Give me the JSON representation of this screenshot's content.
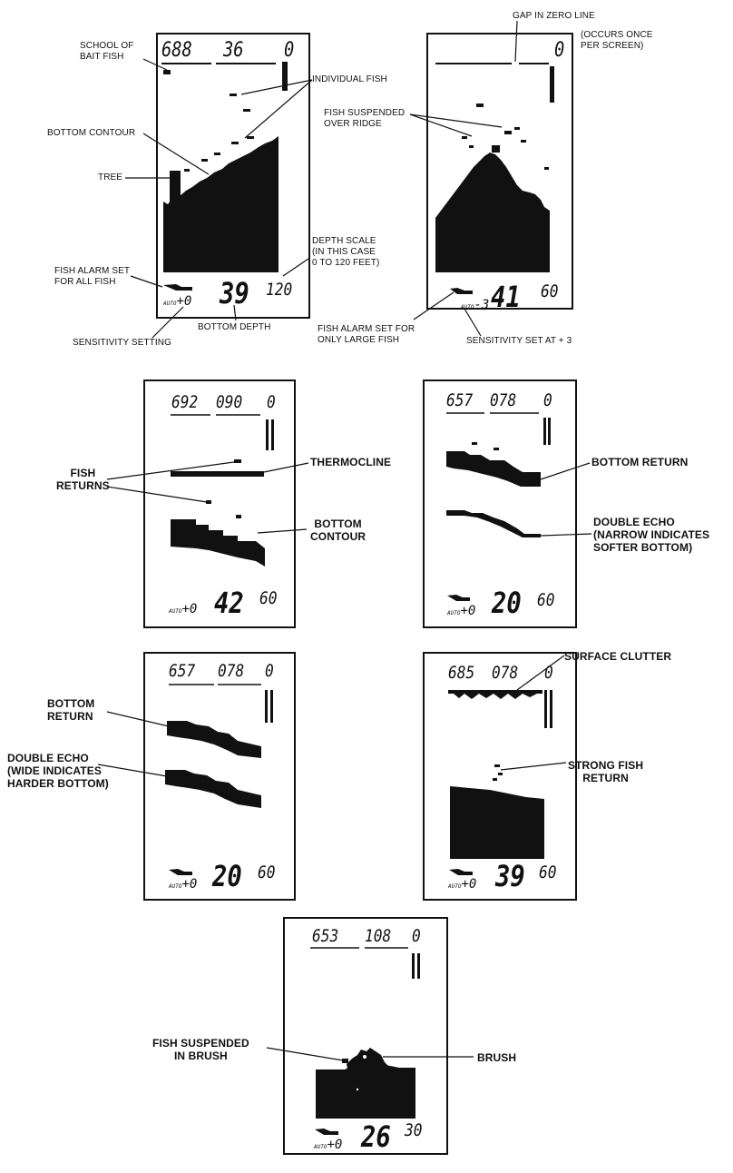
{
  "panels": [
    {
      "top_left": "688",
      "top_mid": "36",
      "top_right": "0",
      "auto_prefix": "AUTO",
      "sensitivity": "+0",
      "depth": "39",
      "scale": "120",
      "labels": {
        "school": "SCHOOL OF\nBAIT FISH",
        "individual": "INDIVIDUAL FISH",
        "bottom_contour": "BOTTOM CONTOUR",
        "tree": "TREE",
        "depth_scale": "DEPTH SCALE\n(IN THIS CASE\n0 TO 120 FEET)",
        "fish_alarm": "FISH ALARM SET\nFOR ALL FISH",
        "bottom_depth": "BOTTOM DEPTH",
        "sensitivity": "SENSITIVITY SETTING"
      }
    },
    {
      "top_right": "0",
      "auto_prefix": "AUTO",
      "sensitivity": "-3",
      "depth": "41",
      "scale": "60",
      "labels": {
        "gap": "GAP IN ZERO LINE",
        "occurs": "(OCCURS ONCE\nPER SCREEN)",
        "suspended": "FISH SUSPENDED\nOVER RIDGE",
        "fish_alarm": "FISH ALARM SET FOR\nONLY LARGE FISH",
        "sensitivity": "SENSITIVITY SET AT + 3"
      }
    },
    {
      "top_left": "692",
      "top_mid": "090",
      "top_right": "0",
      "auto_prefix": "AUTO",
      "sensitivity": "+0",
      "depth": "42",
      "scale": "60",
      "labels": {
        "fish_returns": "FISH\nRETURNS",
        "thermocline": "THERMOCLINE",
        "bottom_contour": "BOTTOM\nCONTOUR"
      }
    },
    {
      "top_left": "657",
      "top_mid": "078",
      "top_right": "0",
      "auto_prefix": "AUTO",
      "sensitivity": "+0",
      "depth": "20",
      "scale": "60",
      "labels": {
        "bottom_return": "BOTTOM RETURN",
        "double_echo": "DOUBLE ECHO\n(NARROW INDICATES\nSOFTER BOTTOM)"
      }
    },
    {
      "top_left": "657",
      "top_mid": "078",
      "top_right": "0",
      "auto_prefix": "AUTO",
      "sensitivity": "+0",
      "depth": "20",
      "scale": "60",
      "labels": {
        "bottom_return": "BOTTOM\nRETURN",
        "double_echo": "DOUBLE ECHO\n(WIDE INDICATES\nHARDER BOTTOM)"
      }
    },
    {
      "top_left": "685",
      "top_mid": "078",
      "top_right": "0",
      "auto_prefix": "AUTO",
      "sensitivity": "+0",
      "depth": "39",
      "scale": "60",
      "labels": {
        "surface_clutter": "SURFACE CLUTTER",
        "strong_fish": "STRONG FISH\nRETURN"
      }
    },
    {
      "top_left": "653",
      "top_mid": "108",
      "top_right": "0",
      "auto_prefix": "AUTO",
      "sensitivity": "+0",
      "depth": "26",
      "scale": "30",
      "labels": {
        "fish_brush": "FISH SUSPENDED\nIN BRUSH",
        "brush": "BRUSH"
      }
    }
  ]
}
